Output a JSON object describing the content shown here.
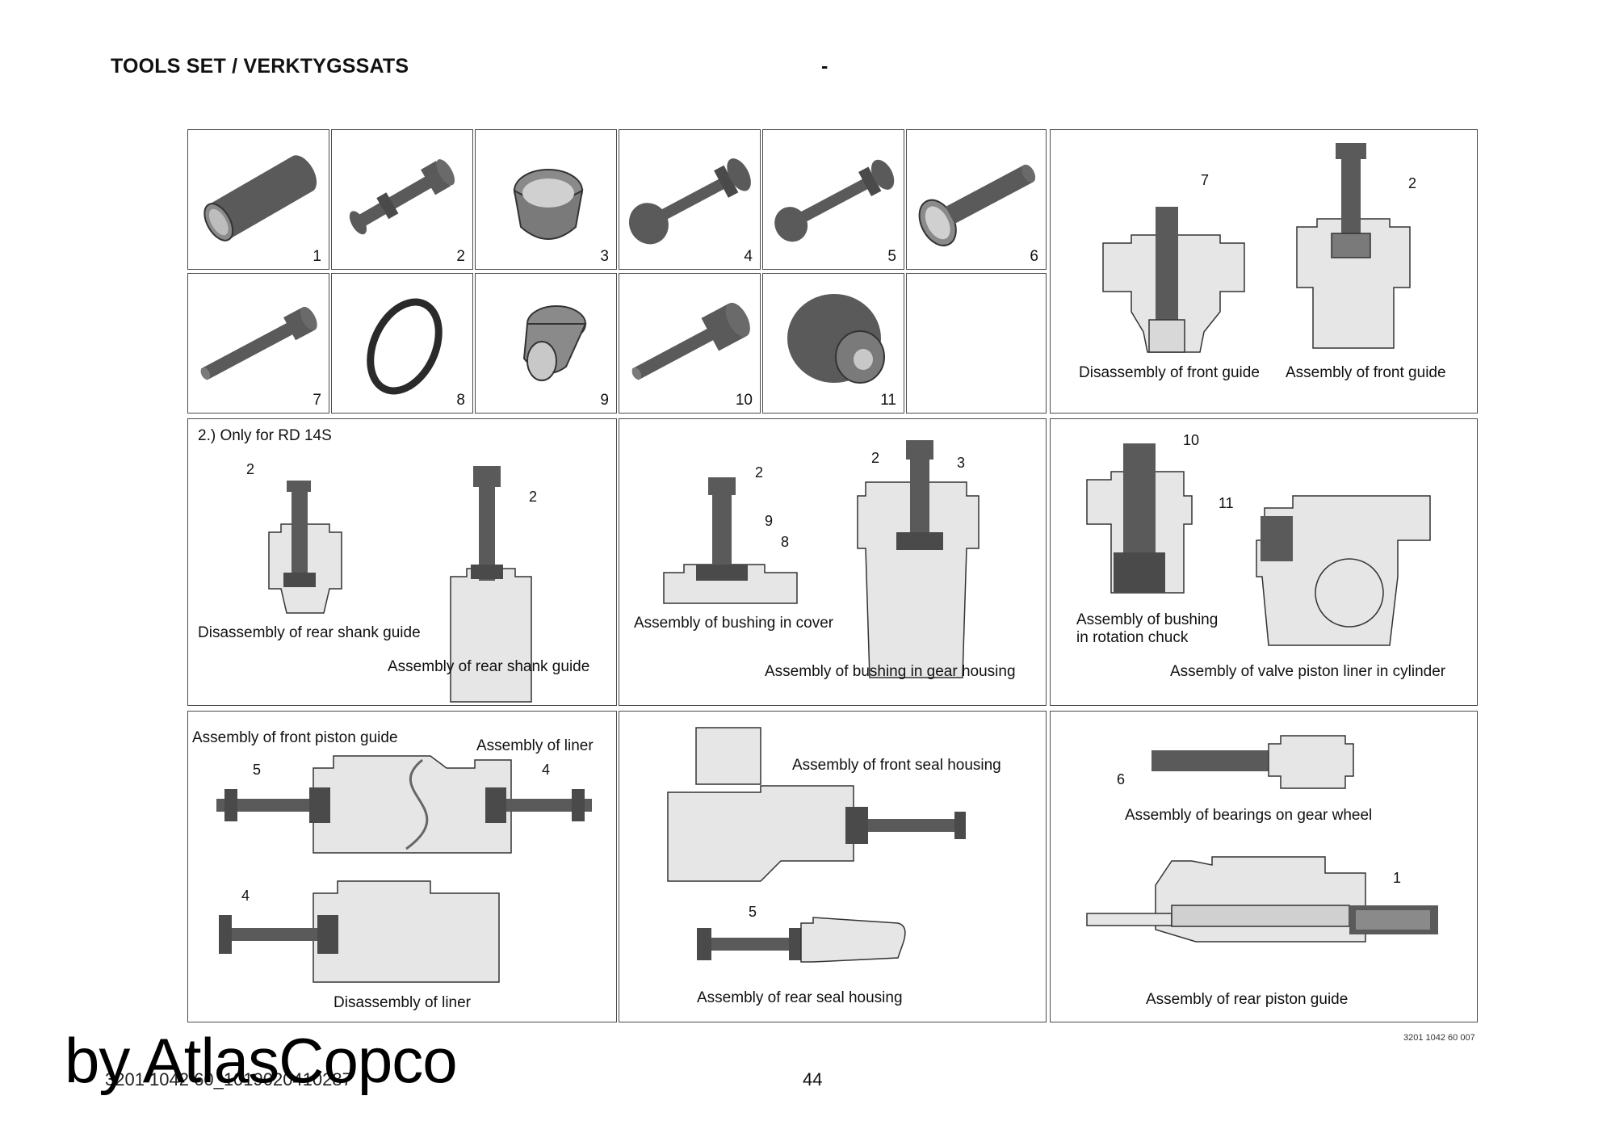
{
  "header": {
    "title": "TOOLS SET / VERKTYGSSATS",
    "dash": "-"
  },
  "tools": [
    {
      "num": "1"
    },
    {
      "num": "2"
    },
    {
      "num": "3"
    },
    {
      "num": "4"
    },
    {
      "num": "5"
    },
    {
      "num": "6"
    },
    {
      "num": "7"
    },
    {
      "num": "8"
    },
    {
      "num": "9"
    },
    {
      "num": "10"
    },
    {
      "num": "11"
    }
  ],
  "panels": {
    "front_guide": {
      "callouts": [
        "7",
        "2"
      ],
      "captions": [
        "Disassembly of front guide",
        "Assembly of front guide"
      ]
    },
    "rear_shank": {
      "note": "2.) Only for RD 14S",
      "callouts": [
        "2",
        "2"
      ],
      "captions": [
        "Disassembly of rear shank guide",
        "Assembly of rear shank guide"
      ]
    },
    "bushing_cover": {
      "callouts": [
        "2",
        "9",
        "8",
        "2",
        "3"
      ],
      "captions": [
        "Assembly of bushing in cover",
        "Assembly of bushing in gear housing"
      ]
    },
    "rotation_chuck": {
      "callouts": [
        "10",
        "11"
      ],
      "captions": [
        "Assembly of bushing",
        "in rotation chuck",
        "Assembly of valve piston liner in cylinder"
      ]
    },
    "liner": {
      "callouts": [
        "5",
        "4",
        "4"
      ],
      "captions": [
        "Assembly of front piston guide",
        "Assembly of liner",
        "Disassembly of liner"
      ]
    },
    "seal_housing": {
      "callouts": [
        "5"
      ],
      "captions": [
        "Assembly of front seal housing",
        "Assembly of rear seal housing"
      ]
    },
    "gear_wheel": {
      "callouts": [
        "6",
        "1"
      ],
      "captions": [
        "Assembly of bearings on gear wheel",
        "Assembly of rear piston guide"
      ]
    }
  },
  "footer": {
    "doc_number": "3201 1042 60 007",
    "file_id": "3201 1042 60_1019020410287",
    "page": "44",
    "watermark": "by AtlasCopco"
  },
  "colors": {
    "tool_dark": "#5a5a5a",
    "tool_light": "#8a8a8a",
    "housing": "#e6e6e6",
    "frame": "#4a4a4a"
  }
}
